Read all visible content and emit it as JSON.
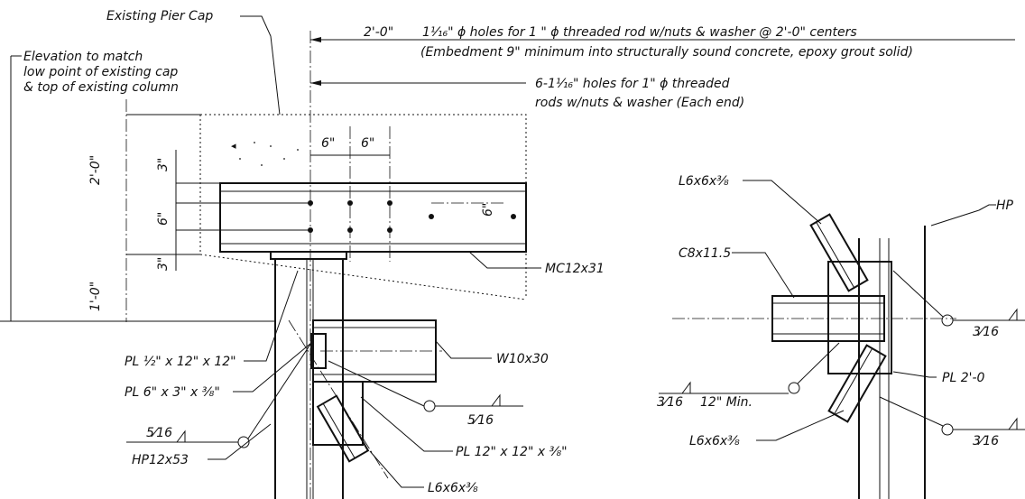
{
  "notes": {
    "existing_pier_cap": "Existing Pier Cap",
    "elevation_line1": "Elevation to match",
    "elevation_line2": "low point of existing cap",
    "elevation_line3": "& top of existing column",
    "holes_note_line1": "1¹⁄₁₆\" ϕ holes for 1 \" ϕ threaded rod w/nuts & washer @ 2'-0\" centers",
    "holes_note_line2": "(Embedment 9\" minimum into structurally sound concrete, epoxy grout solid)",
    "six_holes_line1": "6-1¹⁄₁₆\" holes for 1\" ϕ threaded",
    "six_holes_line2": "rods w/nuts & washer (Each end)"
  },
  "dimensions": {
    "top_2ft": "2'-0\"",
    "spacing_a": "6\"",
    "spacing_b": "6\"",
    "cap_depth": "2'-0\"",
    "edge_top": "3\"",
    "bolt_gauge": "6\"",
    "edge_bottom": "3\"",
    "below_cap": "1'-0\"",
    "end_gauge": "6\""
  },
  "members": {
    "mc": "MC12x31",
    "w10": "W10x30",
    "plate_half": "PL ½\" x 12\" x 12\"",
    "plate_6x3": "PL 6\" x 3\" x ⅜\"",
    "plate_12x12": "PL 12\" x 12\" x ⅜\"",
    "angle_left": "L6x6x⅜",
    "hp_left": "HP12x53",
    "angle_right_top": "L6x6x⅜",
    "channel": "C8x11.5",
    "hp_right": "HP",
    "plate_right": "PL 2'-0",
    "angle_right_bottom": "L6x6x⅜"
  },
  "welds": {
    "left_weld": "5⁄16",
    "mid_weld": "5⁄16",
    "right_weld_a": "3⁄16",
    "right_weld_min": "3⁄16",
    "right_weld_min_text": "12\" Min.",
    "right_weld_b": "3⁄16"
  }
}
